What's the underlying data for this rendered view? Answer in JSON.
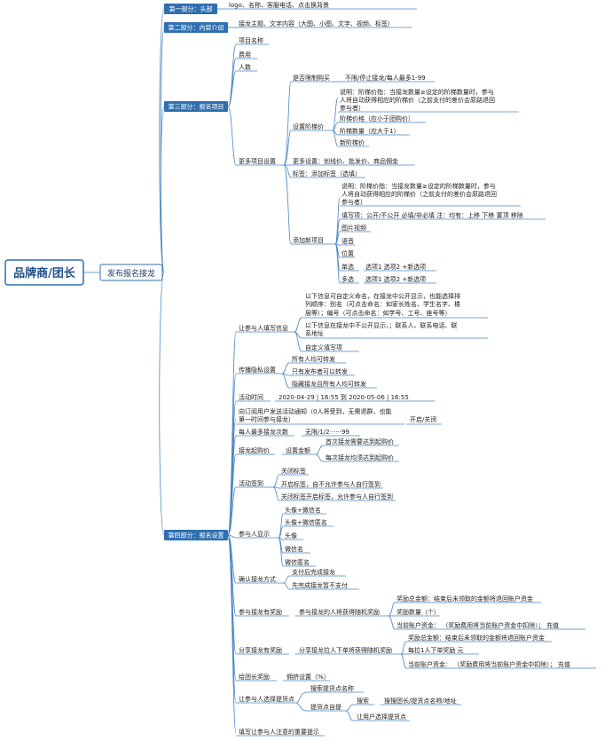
{
  "root": {
    "label": "品牌商/团长"
  },
  "main": {
    "label": "发布报名接龙"
  },
  "sections": [
    {
      "label": "第一部分：头部",
      "items": [
        "logo、名称、客服电话、点击换背景"
      ]
    },
    {
      "label": "第二部分：内容介绍",
      "items": [
        "接龙主题、文字内容（大图、小图、文字、视频、标签）"
      ]
    },
    {
      "label": "第三部分：报名项目",
      "items": {
        "name": "项目名称",
        "fee": "费用",
        "people": "人数",
        "more": "更多项目设置",
        "limit": "是否限制购买",
        "limit_val": "不限/停止接龙/每人最多1-99",
        "tier": "设置阶梯价",
        "tier_note": [
          "说明：阶梯价指：当接龙数量≥设定的阶梯数量时，参与",
          "人将自动获得相应的阶梯价（之前支付的差价会原路退回",
          "参与者）"
        ],
        "tier_price": "阶梯价格（应小于团购价）",
        "tier_qty": "阶梯数量（应大于1）",
        "tier_new": "新阶梯价",
        "more_set": "更多设置：划线价、批发价、商品佣金",
        "tag": "标签：添加标签（选填）",
        "add_item": "添加新项目",
        "add_note": [
          "说明：阶梯价指：当接龙数量≥设定的阶梯数量时，参与",
          "人将自动获得相应的阶梯价（之前支付的差价会原路退回",
          "参与者）"
        ],
        "fill_item": "填写项：公开/不公开   必填/非必填     注：均有：上移  下移  置顶  移除",
        "media": "图片视频",
        "voice": "语音",
        "location": "位置",
        "single": "单选",
        "single_opts": "选项1   选项2   +新选项",
        "multi": "多选",
        "multi_opts": "选项1   选项2   +新选项"
      }
    },
    {
      "label": "第四部分：报名设置",
      "items": {
        "info": "让参与人填写信息",
        "info_note1": [
          "以下信息可自定义命名，在接龙中公开显示，也能选择排",
          "列顺序：别名（可点击命名：如家长姓名、学生名字、楼",
          "层等）；编号（可点击命名：如学号、工号、座号等）"
        ],
        "info_note2": [
          "以下信息在接龙中不公开显示，；联系人、联系电话、联",
          "系地址"
        ],
        "info_custom": "自定义填写项",
        "privacy": "传播隐私设置",
        "privacy_opts": [
          "所有人均可转发",
          "只有发布者可以转发",
          "隐藏接龙且所有人均可转发"
        ],
        "time": "活动时间",
        "time_val": "2020-04-29  | 16:55  到 2020-05-06  | 16:55",
        "notify": [
          "向订阅用户发送活动通知（0人将受到，无需退群，也能",
          "第一时间参与接龙）"
        ],
        "notify_val": "开启/关闭",
        "max": "每人最多接龙次数",
        "max_val": "无限/1/2······99",
        "start": "接龙起购价",
        "start_set": "设置金额",
        "start_opts": [
          "首次接龙需要达到起购价",
          "每次接龙均须达到起购价"
        ],
        "sign": "活动签到",
        "sign_opts": [
          "关闭标签",
          "开启标签，自不允许参与人自行签到",
          "关闭标签开启标签，允许参与人自行签到"
        ],
        "display": "参与人显示",
        "display_opts": [
          "头像+微信名",
          "头像+微信匿名",
          "头像",
          "微信名",
          "微信匿名"
        ],
        "confirm": "确认接龙方式",
        "confirm_opts": [
          "支付后完成接龙",
          "先完成接龙暂不支付"
        ],
        "reward": "参与接龙有奖励",
        "reward_desc": "参与接龙的人将获得随机奖励",
        "reward_opts": [
          "奖励总金额：结束后未领取的金额将退回账户资金",
          "奖励数量（个）",
          "当前账户资金：     （奖励费用将当前账户资金中扣除）；      充值"
        ],
        "share": "分享接龙有奖励",
        "share_desc": "分享接龙拉人下单将获得随机奖励",
        "share_opts": [
          "奖励总金额：结束后未领取的金额将退回账户资金",
          "每拉1人下单奖励    元",
          "当前账户资金：     （奖励费用将当前账户资金中扣除）；      充值"
        ],
        "leader": "给团长奖励",
        "leader_val": "佣挤设置（%）",
        "pickup": "让参与人选择提货点",
        "pickup_opts": [
          "搜索提货点名称",
          "提货点自提"
        ],
        "pickup_search": "搜索",
        "pickup_search_val": "搜搜团长/提货点名称/地址",
        "pickup_user": "让用户选择提货点",
        "notice": "填写让参与人注意的重要提示"
      }
    }
  ]
}
